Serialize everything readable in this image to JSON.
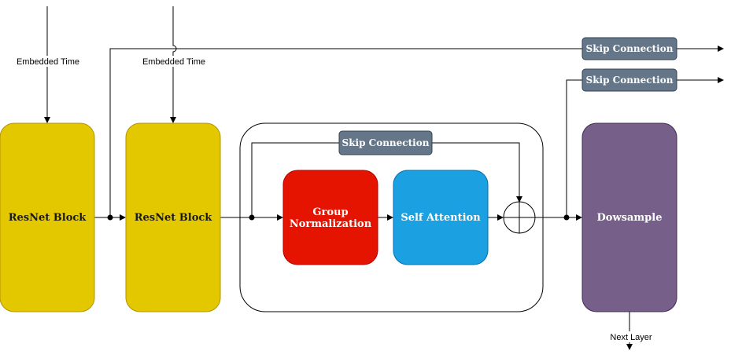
{
  "labels": {
    "resnet1": "ResNet Block",
    "resnet2": "ResNet Block",
    "group_norm_line1": "Group",
    "group_norm_line2": "Normalization",
    "self_attention": "Self Attention",
    "downsample": "Dowsample",
    "skip_top": "Skip Connection",
    "skip_second": "Skip Connection",
    "skip_inner": "Skip Connection",
    "embedded_time_1": "Embedded Time",
    "embedded_time_2": "Embedded Time",
    "next_layer": "Next Layer"
  },
  "colors": {
    "resnet_fill": "#e3c800",
    "resnet_stroke": "#b09500",
    "group_norm_fill": "#e51400",
    "group_norm_stroke": "#b20000",
    "self_attention_fill": "#1ba1e2",
    "self_attention_stroke": "#006eaf",
    "downsample_fill": "#76608a",
    "downsample_stroke": "#432d57",
    "skip_fill": "#647687",
    "skip_stroke": "#314354"
  }
}
